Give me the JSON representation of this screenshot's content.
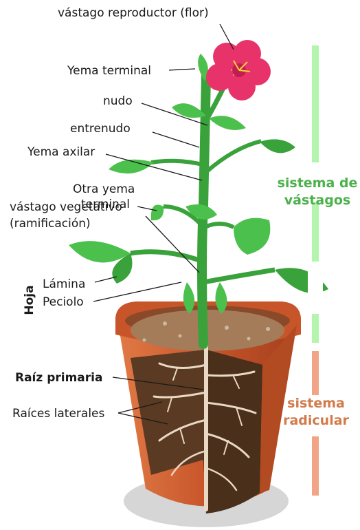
{
  "labels": {
    "flower": "vástago reproductor (flor)",
    "terminal_bud": "Yema terminal",
    "node": "nudo",
    "internode": "entrenudo",
    "axillary_bud": "Yema axilar",
    "other_terminal_1": "Otra yema",
    "other_terminal_2": "terminal",
    "vegetative_1": "vástago vegetativo",
    "vegetative_2": "(ramificación)",
    "leaf": "Hoja",
    "blade": "Lámina",
    "petiole": "Peciolo",
    "primary_root": "Raíz primaria",
    "lateral_roots": "Raíces laterales"
  },
  "systems": {
    "shoot_1": "sistema de",
    "shoot_2": "vástagos",
    "root_1": "sistema",
    "root_2": "radicular"
  },
  "colors": {
    "shoot_system": "#b4f5ad",
    "root_system": "#f2a586",
    "leaf": "#4cc04c",
    "stem": "#3a9e3a",
    "flower": "#e8336a",
    "pot": "#c8552a",
    "soil": "#5a3a22"
  }
}
